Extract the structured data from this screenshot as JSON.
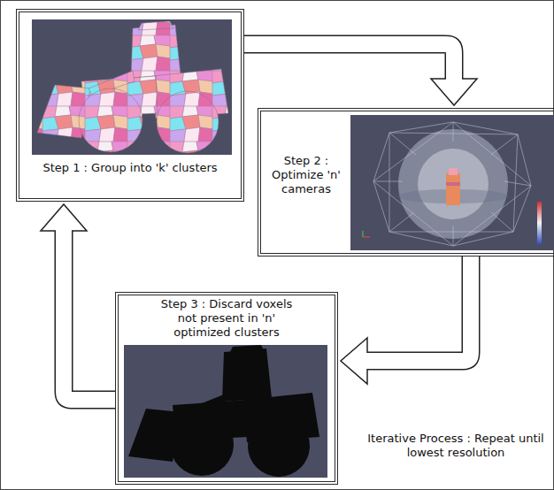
{
  "diagram": {
    "nodes": [
      {
        "text": [
          "Step 1 : Group into 'k' clusters"
        ]
      },
      {
        "text": [
          "Step 2 : Optimize 'n' cameras"
        ]
      },
      {
        "text": [
          "Step 3 : Discard voxels not present in 'n' optimized clusters"
        ]
      }
    ],
    "edges": [
      {
        "from": 0,
        "to": 1,
        "arrow": "to"
      },
      {
        "from": 1,
        "to": 2,
        "arrow": "to"
      },
      {
        "from": 2,
        "to": 0,
        "arrow": "to"
      }
    ],
    "labels": [
      "Iterative Process : Repeat until lowest resolution"
    ]
  }
}
